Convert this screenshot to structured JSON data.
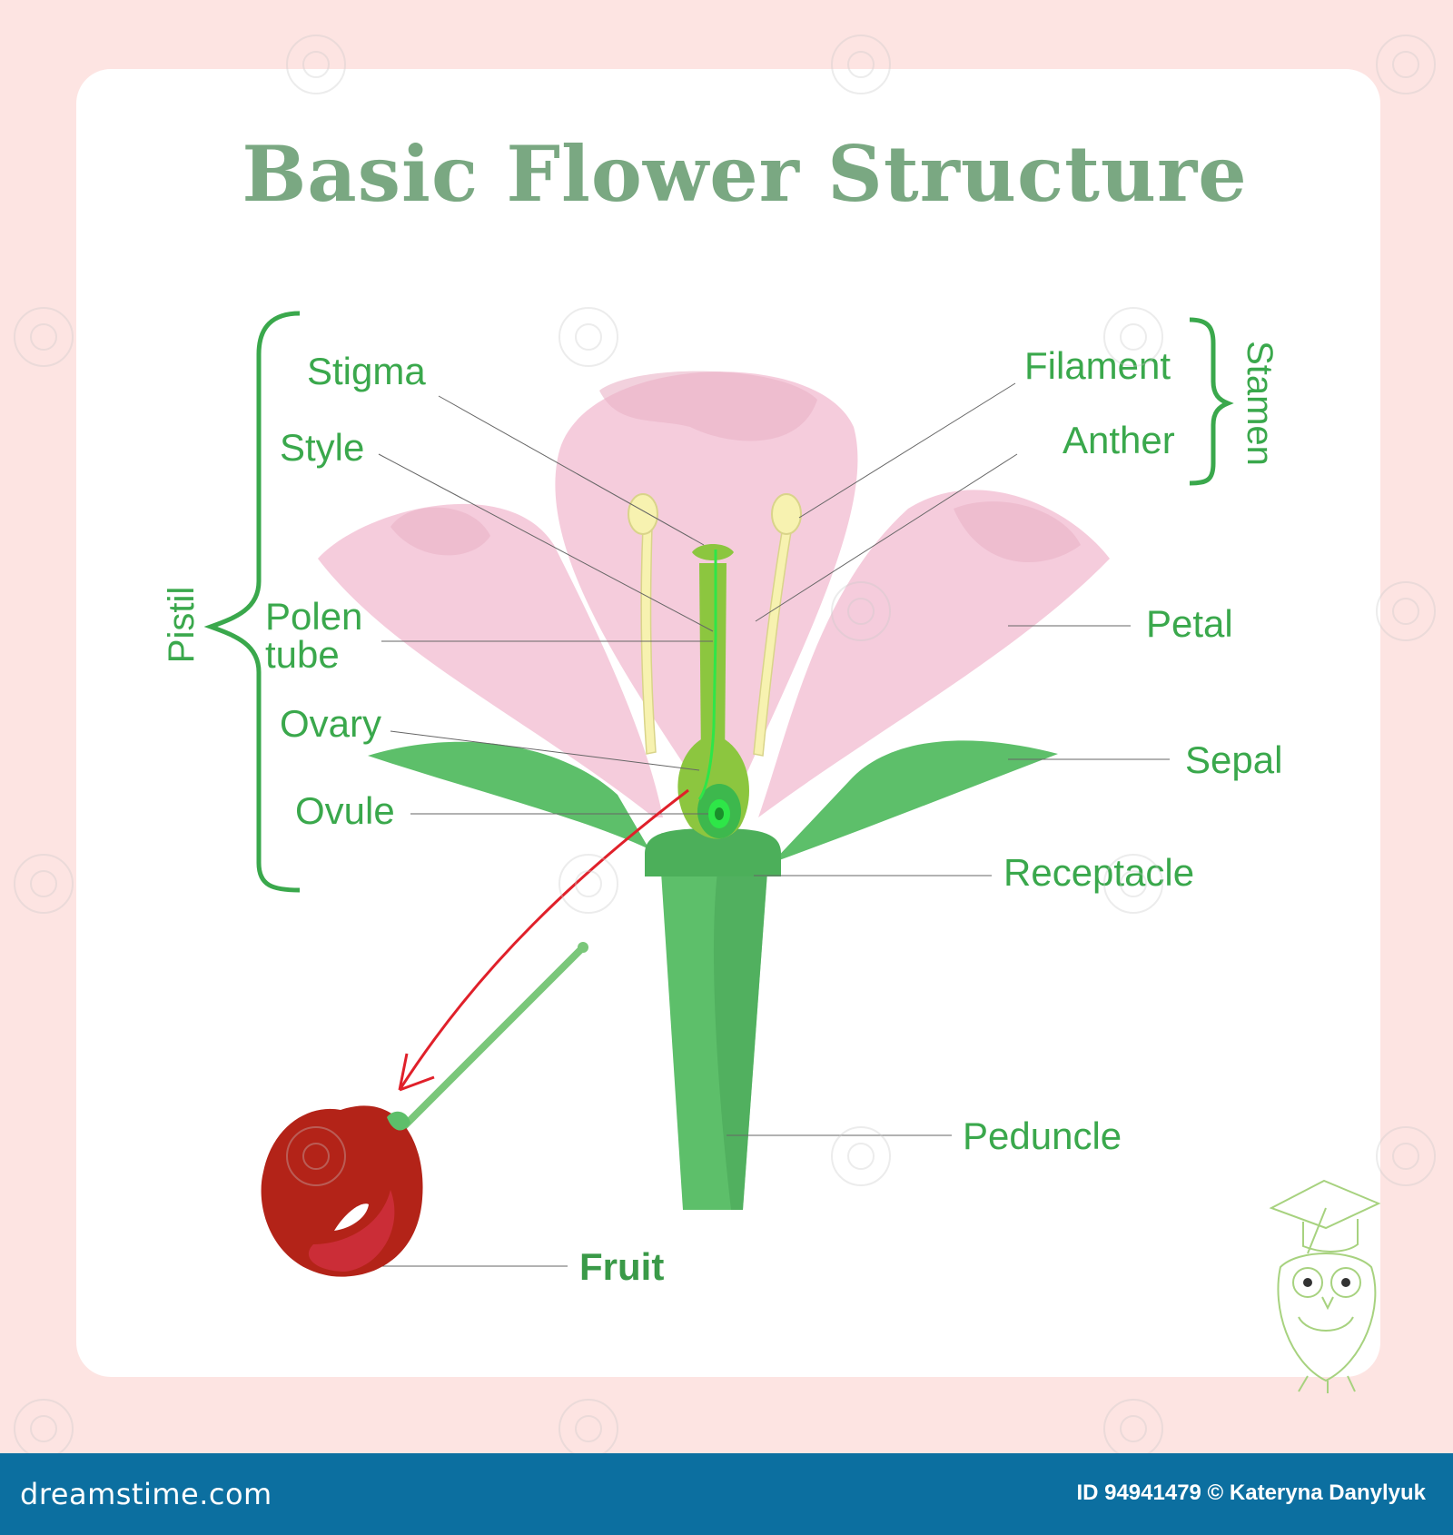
{
  "title": "Basic Flower Structure",
  "labels": {
    "stigma": "Stigma",
    "style": "Style",
    "polen_line1": "Polen",
    "polen_line2": "tube",
    "ovary": "Ovary",
    "ovule": "Ovule",
    "filament": "Filament",
    "anther": "Anther",
    "petal": "Petal",
    "sepal": "Sepal",
    "receptacle": "Receptacle",
    "peduncle": "Peduncle",
    "fruit": "Fruit"
  },
  "groups": {
    "pistil": "Pistil",
    "stamen": "Stamen"
  },
  "footer": {
    "brand": "dreamstime.com",
    "credit": "ID 94941479 © Kateryna Danylyuk"
  },
  "colors": {
    "background": "#fde4e2",
    "card": "#ffffff",
    "title": "#7aa882",
    "label": "#3aa84c",
    "petal": "#f4c6d8",
    "sepal": "#5dbf6a",
    "stem": "#5dbf6a",
    "pistil": "#8cc63f",
    "anther": "#f7f2b0",
    "fruit": "#b32318",
    "arrow": "#e0202a",
    "footer": "#0c6fa0"
  }
}
